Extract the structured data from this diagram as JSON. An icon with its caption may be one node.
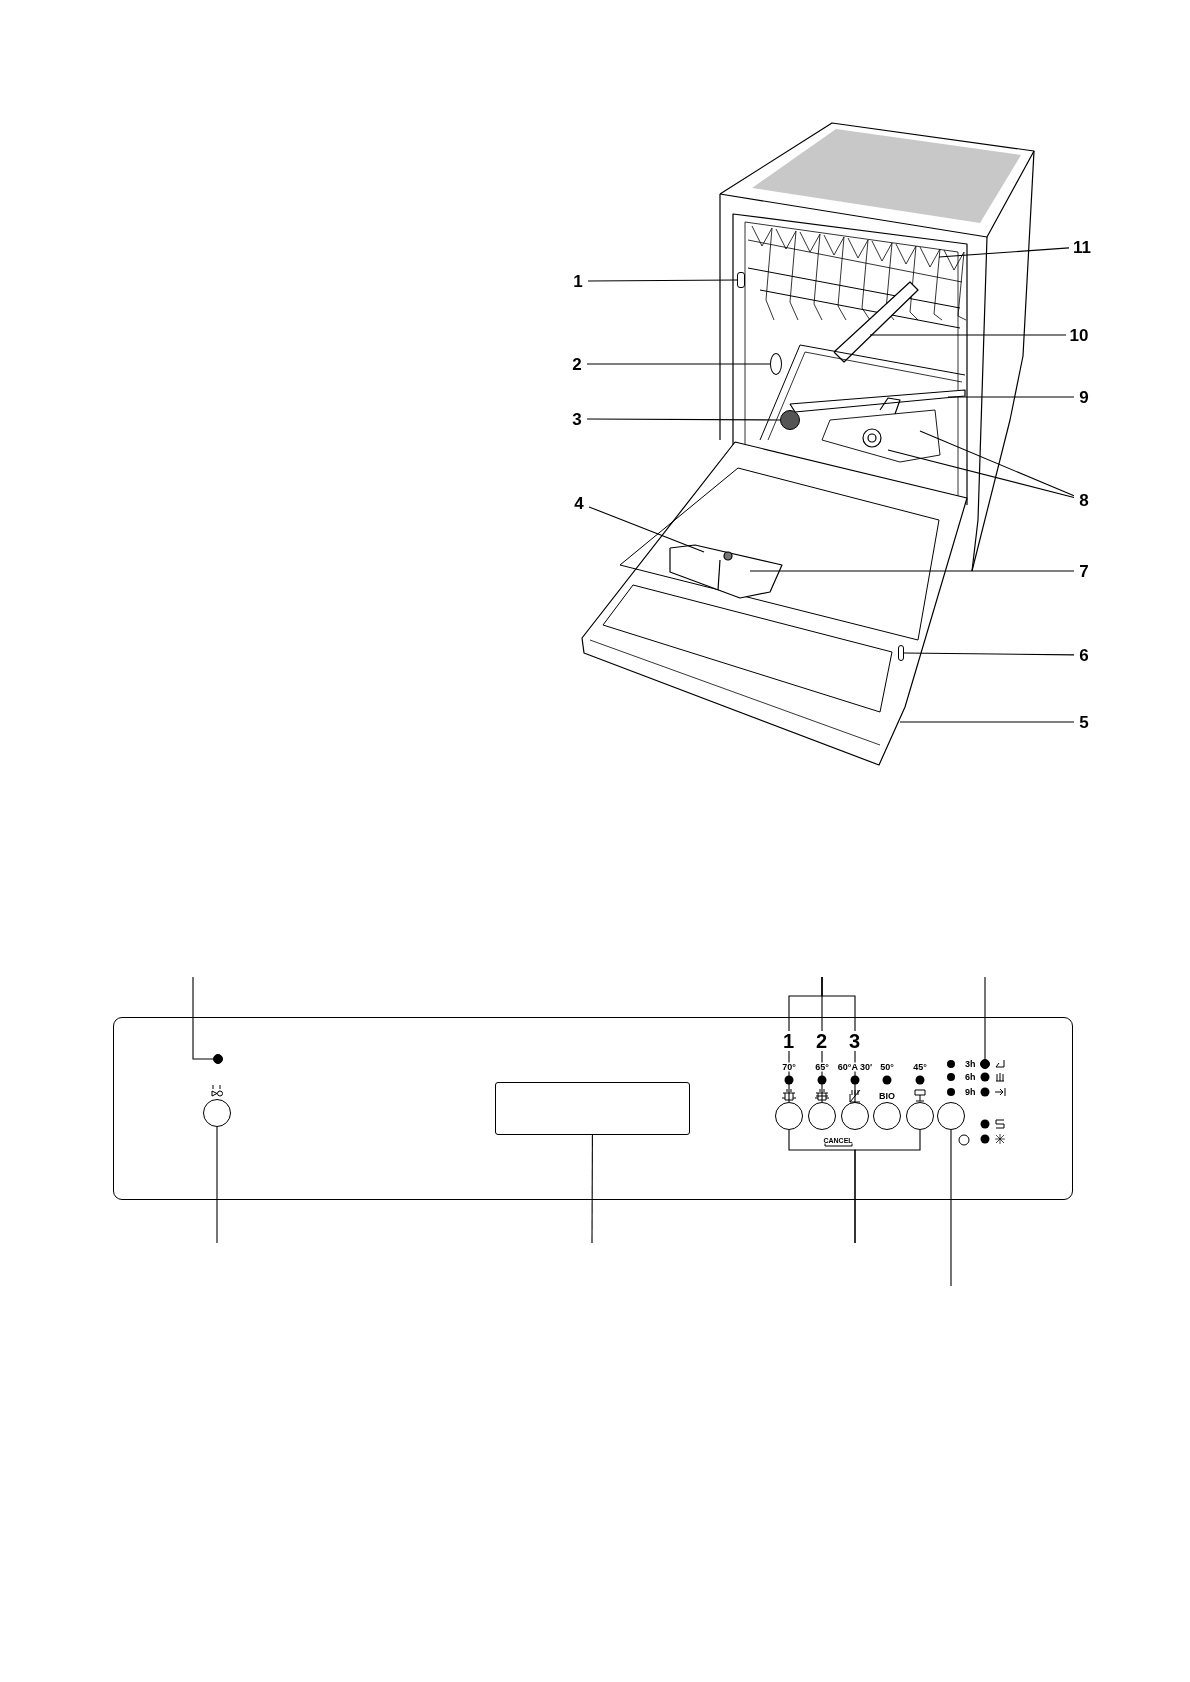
{
  "diagram": {
    "nodes": [
      {
        "text": [
          "1"
        ]
      },
      {
        "text": [
          "2"
        ]
      },
      {
        "text": [
          "3"
        ]
      },
      {
        "text": [
          "4"
        ]
      },
      {
        "text": [
          "5"
        ]
      },
      {
        "text": [
          "6"
        ]
      },
      {
        "text": [
          "7"
        ]
      },
      {
        "text": [
          "8"
        ]
      },
      {
        "text": [
          "9"
        ]
      },
      {
        "text": [
          "10"
        ]
      },
      {
        "text": [
          "11"
        ]
      },
      {
        "text": [],
        "shape": "box"
      },
      {
        "text": [],
        "shape": "circle",
        "in": 11
      },
      {
        "text": [],
        "shape": "circle",
        "in": 11
      },
      {
        "text": [],
        "shape": "box",
        "in": 11
      },
      {
        "text": [
          "1"
        ],
        "in": 11
      },
      {
        "text": [
          "2"
        ],
        "in": 11
      },
      {
        "text": [
          "3"
        ],
        "in": 11
      },
      {
        "text": [],
        "shape": "circle",
        "in": 11
      },
      {
        "text": [],
        "shape": "circle",
        "in": 11
      },
      {
        "text": [],
        "shape": "circle",
        "in": 11
      },
      {
        "text": [],
        "shape": "circle",
        "in": 11
      },
      {
        "text": [],
        "shape": "circle",
        "in": 11
      },
      {
        "text": [],
        "shape": "circle",
        "in": 11
      },
      {
        "text": [],
        "shape": "circle",
        "in": 11
      },
      {
        "text": [],
        "shape": "box"
      },
      {
        "text": [],
        "shape": "circle"
      },
      {
        "text": [],
        "shape": "circle"
      },
      {
        "text": [],
        "shape": "box"
      }
    ],
    "edges": [
      {
        "from": 0,
        "to": 25,
        "arrow": "none"
      },
      {
        "from": 1,
        "to": 26,
        "arrow": "none"
      },
      {
        "from": 2,
        "to": 27,
        "arrow": "none"
      },
      {
        "from": 3,
        "to": null,
        "arrow": "none"
      },
      {
        "from": 4,
        "to": null,
        "arrow": "none"
      },
      {
        "from": 5,
        "to": 28,
        "arrow": "none"
      },
      {
        "from": 6,
        "to": null,
        "arrow": "none"
      },
      {
        "from": 7,
        "to": null,
        "arrow": "none"
      },
      {
        "from": 7,
        "to": null,
        "arrow": "none"
      },
      {
        "from": 8,
        "to": null,
        "arrow": "none"
      },
      {
        "from": 9,
        "to": null,
        "arrow": "none"
      },
      {
        "from": 10,
        "to": null,
        "arrow": "none"
      },
      {
        "from": null,
        "to": 12,
        "arrow": "none"
      },
      {
        "from": 13,
        "to": null,
        "arrow": "none"
      },
      {
        "from": 14,
        "to": null,
        "arrow": "none"
      },
      {
        "from": null,
        "to": 15,
        "arrow": "none"
      },
      {
        "from": null,
        "to": 16,
        "arrow": "none"
      },
      {
        "from": null,
        "to": 17,
        "arrow": "none"
      },
      {
        "from": 15,
        "to": 18,
        "arrow": "none"
      },
      {
        "from": 16,
        "to": 19,
        "arrow": "none"
      },
      {
        "from": 17,
        "to": 20,
        "arrow": "none"
      },
      {
        "from": 18,
        "to": null,
        "arrow": "none"
      },
      {
        "from": 22,
        "to": null,
        "arrow": "none"
      },
      {
        "from": 23,
        "to": null,
        "arrow": "none"
      },
      {
        "from": null,
        "to": 24,
        "arrow": "none"
      }
    ],
    "labels": [
      "70°",
      "65°",
      "60°A 30'",
      "50°",
      "45°",
      "3h",
      "6h",
      "BIO",
      "9h",
      "CANCEL"
    ]
  }
}
